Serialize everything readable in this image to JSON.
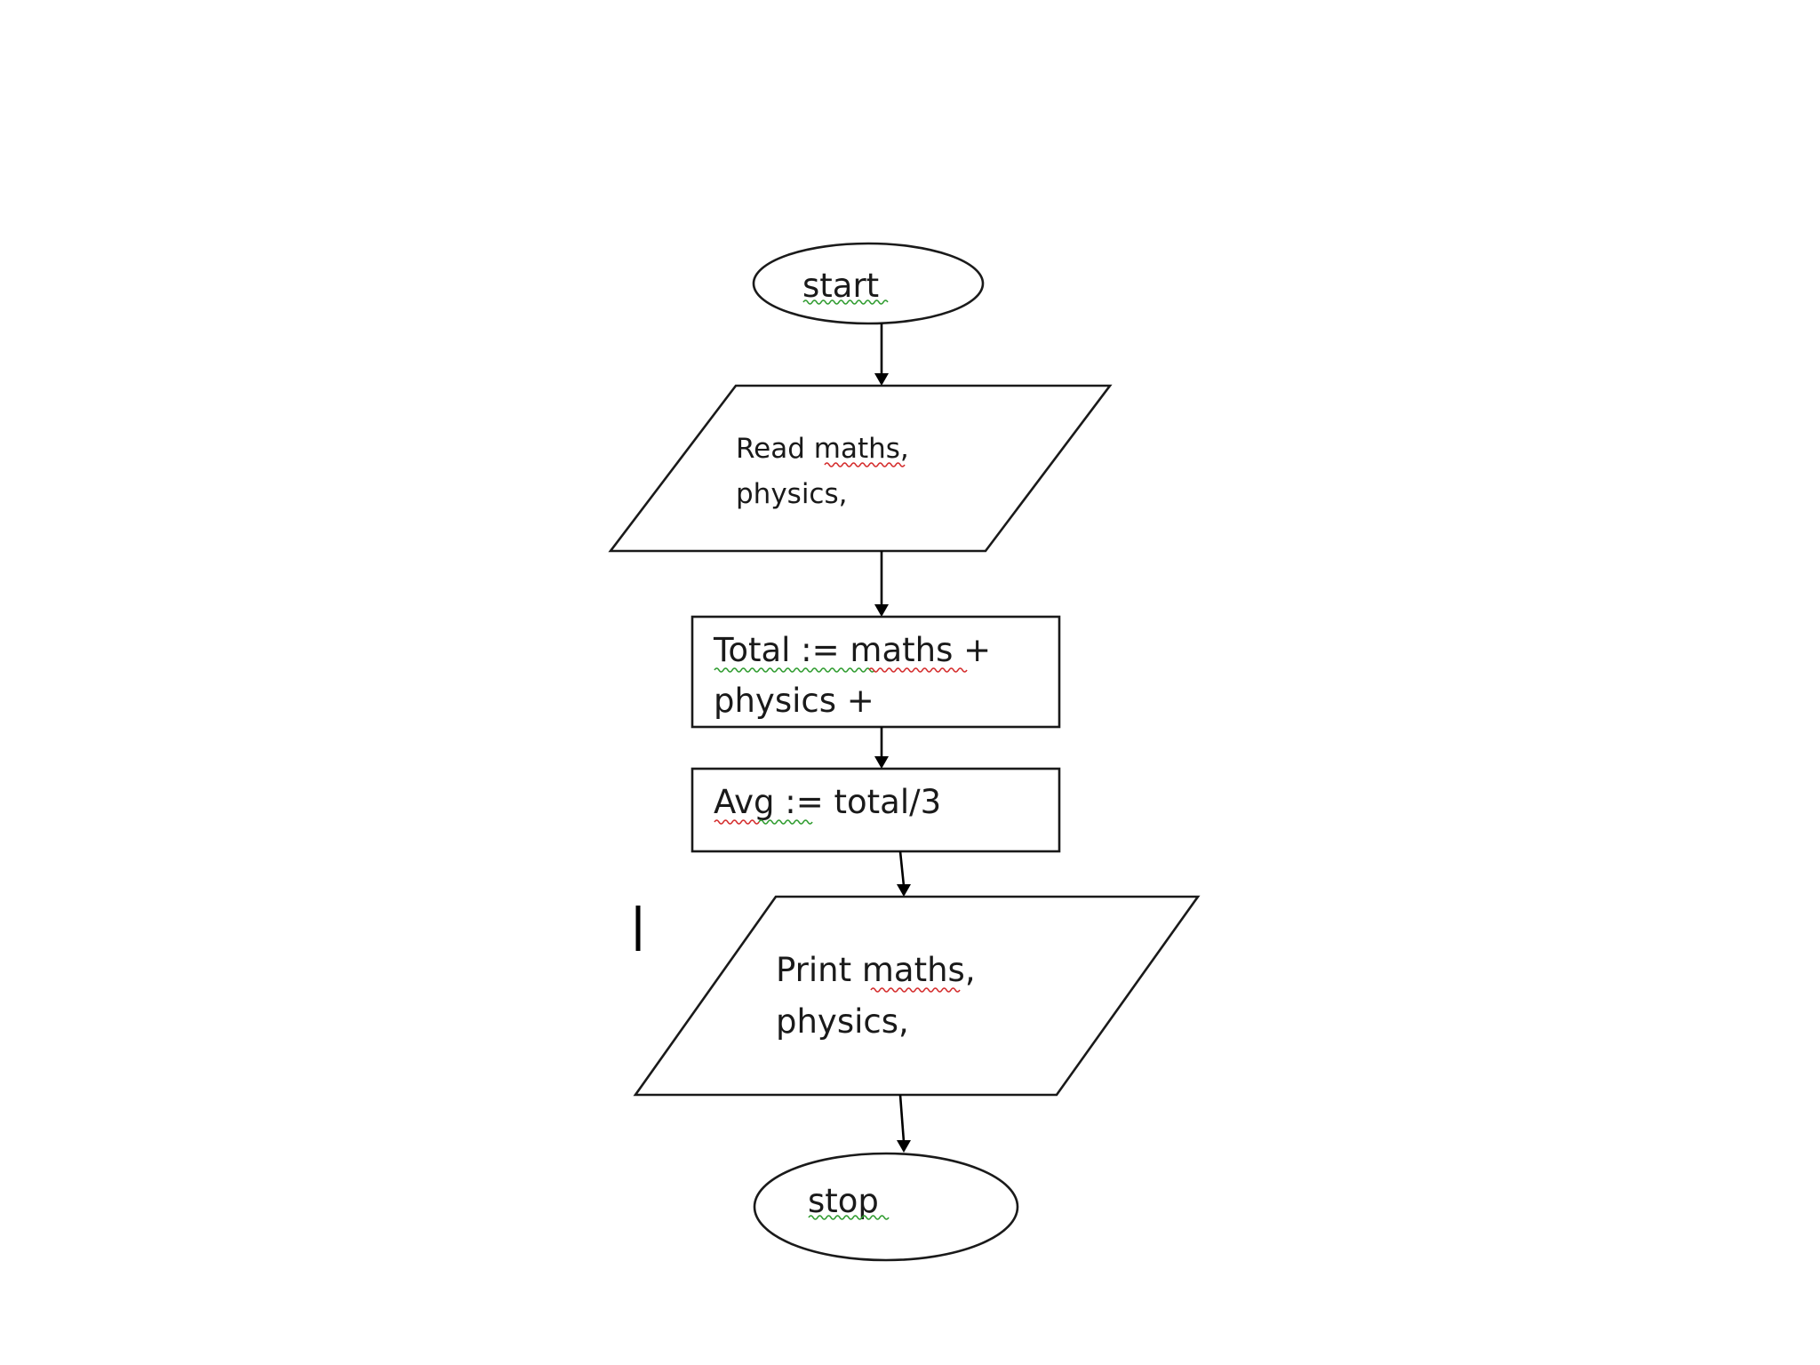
{
  "nodes": {
    "start": {
      "label": "start"
    },
    "read": {
      "line1": "Read maths,",
      "line2": "physics,"
    },
    "total": {
      "line1": "Total :=  maths +",
      "line2": "physics +"
    },
    "avg": {
      "label": "Avg := total/3"
    },
    "print": {
      "line1": "Print maths,",
      "line2": "physics,"
    },
    "stop": {
      "label": "stop"
    }
  },
  "colors": {
    "stroke": "#1a1a1a",
    "text": "#1a1a1a",
    "spell_red": "#d42a2a",
    "grammar_green": "#2e9b2e",
    "background": "#ffffff"
  }
}
